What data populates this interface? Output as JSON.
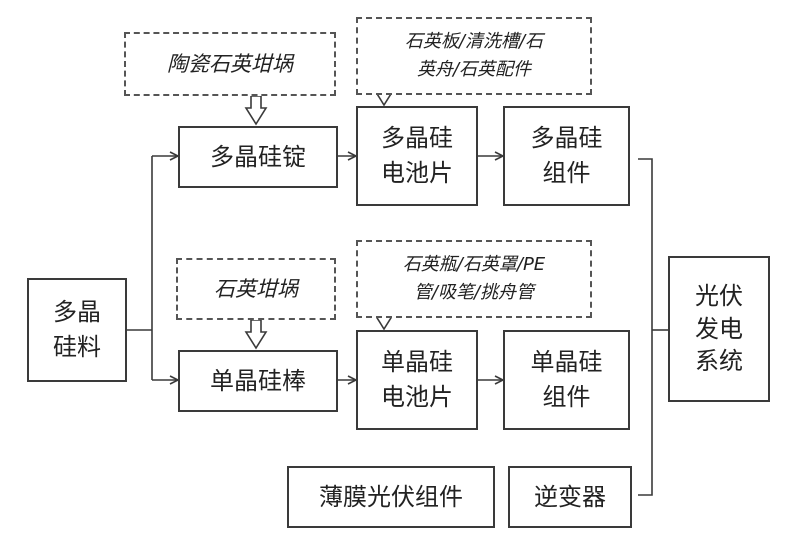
{
  "nodes": {
    "polysilicon_feedstock": "多晶\n硅料",
    "ceramic_quartz_crucible": "陶瓷石英坩埚",
    "multi_ingot": "多晶硅锭",
    "quartz_parts_multi": "石英板/清洗槽/石\n英舟/石英配件",
    "multi_cell": "多晶硅\n电池片",
    "multi_module": "多晶硅\n组件",
    "quartz_crucible": "石英坩埚",
    "mono_rod": "单晶硅棒",
    "quartz_parts_mono": "石英瓶/石英罩/PE\n管/吸笔/挑舟管",
    "mono_cell": "单晶硅\n电池片",
    "mono_module": "单晶硅\n组件",
    "thin_film_module": "薄膜光伏组件",
    "inverter": "逆变器",
    "pv_system": "光伏\n发电\n系统"
  },
  "colors": {
    "line": "#3a3a3a",
    "dashed_border": "#555555",
    "background": "#ffffff"
  }
}
